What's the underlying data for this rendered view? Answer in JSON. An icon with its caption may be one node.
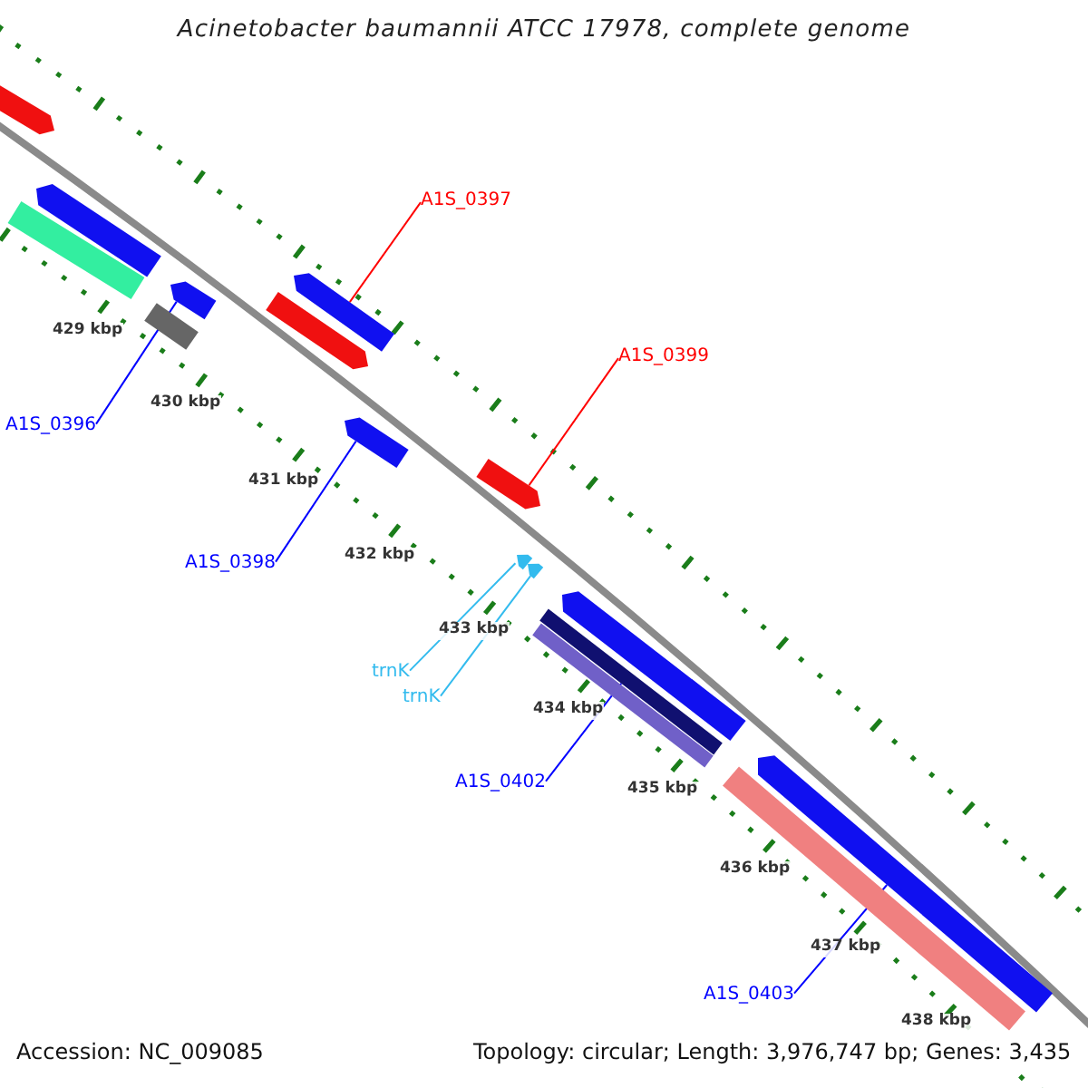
{
  "diagram": {
    "title": "Acinetobacter baumannii ATCC 17978, complete genome",
    "nodes": [
      {
        "text": [
          "A1S_0397"
        ]
      },
      {
        "text": [
          "A1S_0399"
        ]
      },
      {
        "text": [
          "A1S_0396"
        ]
      },
      {
        "text": [
          "A1S_0398"
        ]
      },
      {
        "text": [
          "trnK"
        ]
      },
      {
        "text": [
          "trnK"
        ]
      },
      {
        "text": [
          "A1S_0402"
        ]
      },
      {
        "text": [
          "A1S_0403"
        ]
      },
      {
        "text": [],
        "shape": "bar"
      },
      {
        "text": [],
        "shape": "bar"
      },
      {
        "text": [],
        "shape": "bar"
      },
      {
        "text": [],
        "shape": "bar"
      },
      {
        "text": [],
        "shape": "triangle"
      },
      {
        "text": [],
        "shape": "triangle"
      },
      {
        "text": [],
        "shape": "bar"
      },
      {
        "text": [],
        "shape": "bar"
      },
      {
        "text": [],
        "shape": "bar"
      },
      {
        "text": [],
        "shape": "bar"
      },
      {
        "text": [],
        "shape": "bar"
      },
      {
        "text": [],
        "shape": "bar"
      },
      {
        "text": [],
        "shape": "bar"
      },
      {
        "text": [],
        "shape": "bar"
      },
      {
        "text": [],
        "shape": "bar"
      },
      {
        "text": [],
        "shape": "bar"
      }
    ],
    "edges": [
      {
        "from": 0,
        "to": 8,
        "arrow": "none",
        "color": "#ff0000"
      },
      {
        "from": 1,
        "to": 9,
        "arrow": "none",
        "color": "#ff0000"
      },
      {
        "from": 2,
        "to": 10,
        "arrow": "none"
      },
      {
        "from": 3,
        "to": 11,
        "arrow": "none"
      },
      {
        "from": 4,
        "to": 12,
        "arrow": "none",
        "color": "#33bbee"
      },
      {
        "from": 5,
        "to": 13,
        "arrow": "none",
        "color": "#33bbee"
      },
      {
        "from": 6,
        "to": 14,
        "arrow": "none"
      },
      {
        "from": 7,
        "to": 15,
        "arrow": "none"
      }
    ],
    "labels": [
      "429 kbp",
      "430 kbp",
      "431 kbp",
      "432 kbp",
      "433 kbp",
      "434 kbp",
      "435 kbp",
      "436 kbp",
      "437 kbp",
      "438 kbp",
      "Accession: NC_009085",
      "Topology: circular; Length: 3,976,747 bp; Genes: 3,435"
    ]
  }
}
